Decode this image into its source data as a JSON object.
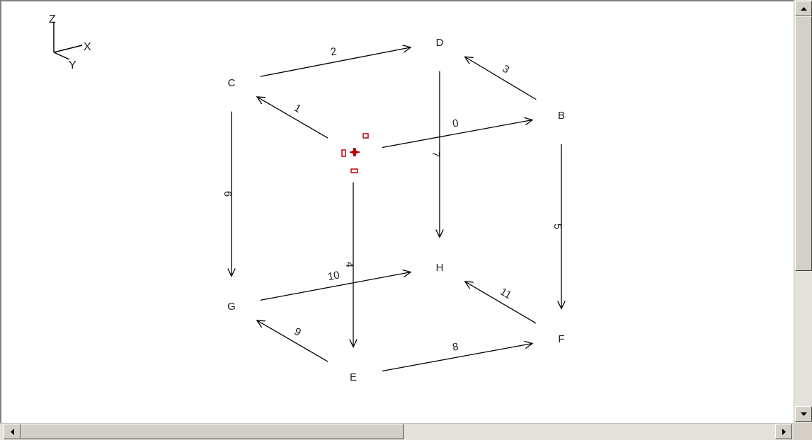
{
  "diagram": {
    "nodes": [
      {
        "id": "A",
        "label": ""
      },
      {
        "id": "B",
        "label": "B"
      },
      {
        "id": "C",
        "label": "C"
      },
      {
        "id": "D",
        "label": "D"
      },
      {
        "id": "E",
        "label": "E"
      },
      {
        "id": "F",
        "label": "F"
      },
      {
        "id": "G",
        "label": "G"
      },
      {
        "id": "H",
        "label": "H"
      }
    ],
    "edges": [
      {
        "label": "0",
        "from": "A",
        "to": "B"
      },
      {
        "label": "1",
        "from": "A",
        "to": "C"
      },
      {
        "label": "2",
        "from": "C",
        "to": "D"
      },
      {
        "label": "3",
        "from": "B",
        "to": "D"
      },
      {
        "label": "4",
        "from": "A",
        "to": "E"
      },
      {
        "label": "5",
        "from": "B",
        "to": "F"
      },
      {
        "label": "6",
        "from": "C",
        "to": "G"
      },
      {
        "label": "7",
        "from": "D",
        "to": "H"
      },
      {
        "label": "8",
        "from": "E",
        "to": "F"
      },
      {
        "label": "9",
        "from": "E",
        "to": "G"
      },
      {
        "label": "10",
        "from": "G",
        "to": "H"
      },
      {
        "label": "11",
        "from": "F",
        "to": "H"
      }
    ]
  },
  "axes": {
    "z": "Z",
    "x": "X",
    "y": "Y"
  },
  "colors": {
    "background": "#ffffff",
    "selection": "#c00000",
    "line": "#000000"
  },
  "icons": {
    "selected_node": "move-cursor-icon",
    "scroll_up": "arrow-up-icon",
    "scroll_down": "arrow-down-icon",
    "scroll_left": "arrow-left-icon",
    "scroll_right": "arrow-right-icon"
  }
}
